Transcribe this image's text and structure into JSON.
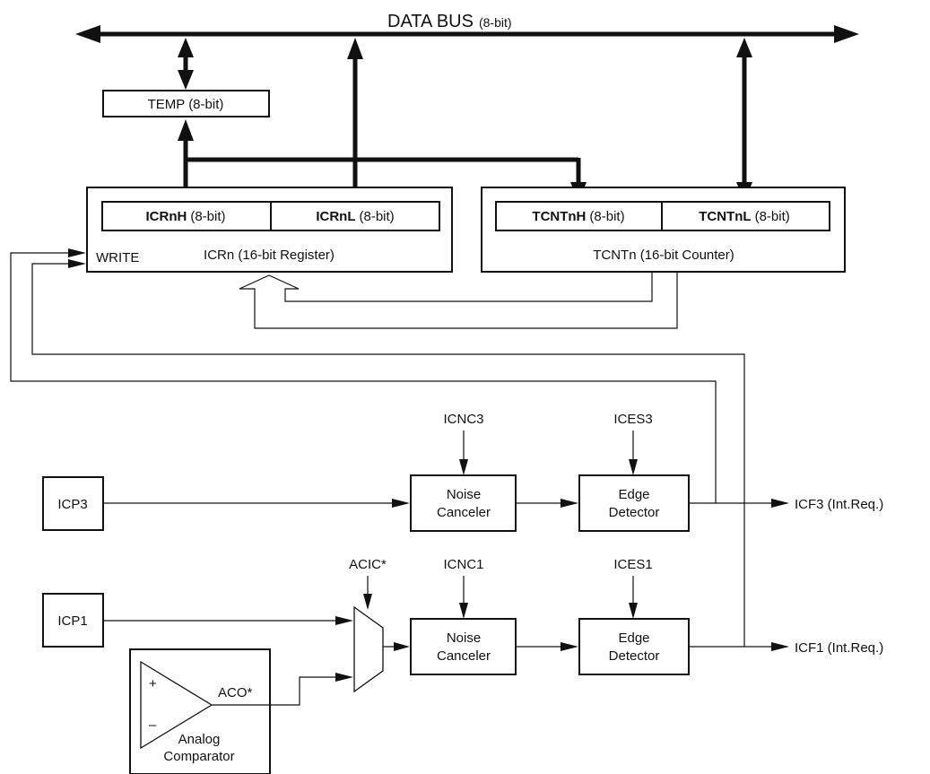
{
  "bus": {
    "label": "DATA BUS",
    "width": "(8-bit)"
  },
  "temp": {
    "label": "TEMP (8-bit)"
  },
  "icr": {
    "high_name": "ICRnH",
    "high_width": "(8-bit)",
    "low_name": "ICRnL",
    "low_width": "(8-bit)",
    "caption": "ICRn (16-bit Register)",
    "write_label": "WRITE"
  },
  "tcnt": {
    "high_name": "TCNTnH",
    "high_width": "(8-bit)",
    "low_name": "TCNTnL",
    "low_width": "(8-bit)",
    "caption": "TCNTn (16-bit Counter)"
  },
  "ch3": {
    "pin": "ICP3",
    "canceler_ctrl": "ICNC3",
    "edge_ctrl": "ICES3",
    "canceler_line1": "Noise",
    "canceler_line2": "Canceler",
    "edge_line1": "Edge",
    "edge_line2": "Detector",
    "output": "ICF3 (Int.Req.)"
  },
  "ch1": {
    "pin": "ICP1",
    "mux_ctrl": "ACIC*",
    "canceler_ctrl": "ICNC1",
    "edge_ctrl": "ICES1",
    "canceler_line1": "Noise",
    "canceler_line2": "Canceler",
    "edge_line1": "Edge",
    "edge_line2": "Detector",
    "output": "ICF1 (Int.Req.)"
  },
  "comparator": {
    "plus": "+",
    "minus": "–",
    "output": "ACO*",
    "line1": "Analog",
    "line2": "Comparator"
  }
}
